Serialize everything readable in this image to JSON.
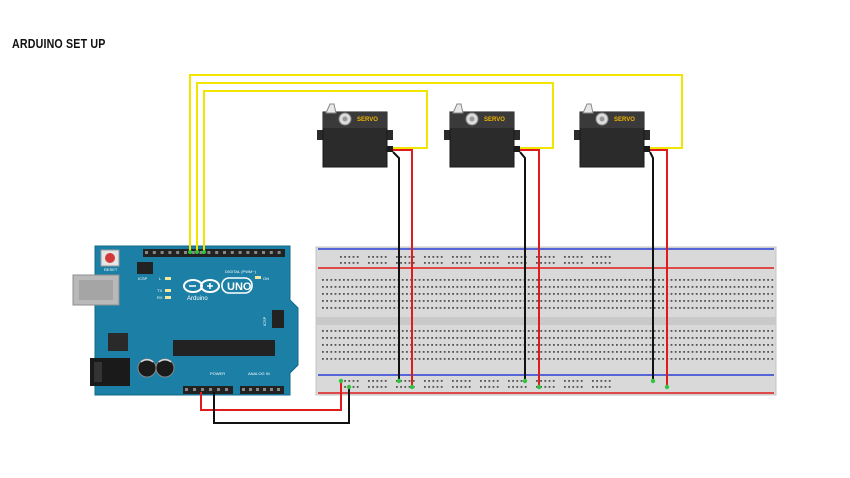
{
  "title": "ARDUINO SET UP",
  "arduino": {
    "board_name": "UNO",
    "brand": "Arduino",
    "reset_label": "RESET",
    "icsp_label": "ICSP",
    "icsp2_label": "ICSP",
    "digital_label": "DIGITAL (PWM~)",
    "on_label": "ON",
    "l_label": "L",
    "tx_label": "TX",
    "rx_label": "RX",
    "power_label": "POWER",
    "analog_label": "ANALOG IN",
    "color": "#1b7fa6"
  },
  "servos": [
    {
      "label": "SERVO"
    },
    {
      "label": "SERVO"
    },
    {
      "label": "SERVO"
    }
  ],
  "wire_colors": {
    "signal": "#f2e600",
    "power": "#e01b1b",
    "ground": "#111111"
  },
  "breadboard": {
    "rail_blue": "#2a3fd6",
    "rail_red": "#e01b1b"
  }
}
